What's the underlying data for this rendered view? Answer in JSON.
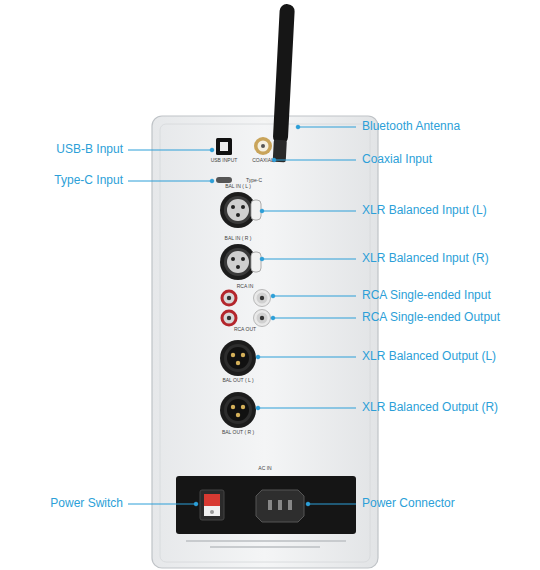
{
  "diagram": {
    "labels": [
      "USB-B Input",
      "Type-C Input",
      "Power Switch",
      "Bluetooth Antenna",
      "Coaxial Input",
      "XLR Balanced Input (L)",
      "XLR Balanced Input (R)",
      "RCA Single-ended Input",
      "RCA Single-ended Output",
      "XLR Balanced Output (L)",
      "XLR Balanced Output (R)",
      "Power Connector",
      "USB INPUT",
      "COAXIAL",
      "Type-C",
      "BAL IN ( L )",
      "BAL IN ( R )",
      "RCA IN",
      "RCA OUT",
      "BAL OUT ( L )",
      "BAL OUT ( R )",
      "AC IN"
    ]
  }
}
